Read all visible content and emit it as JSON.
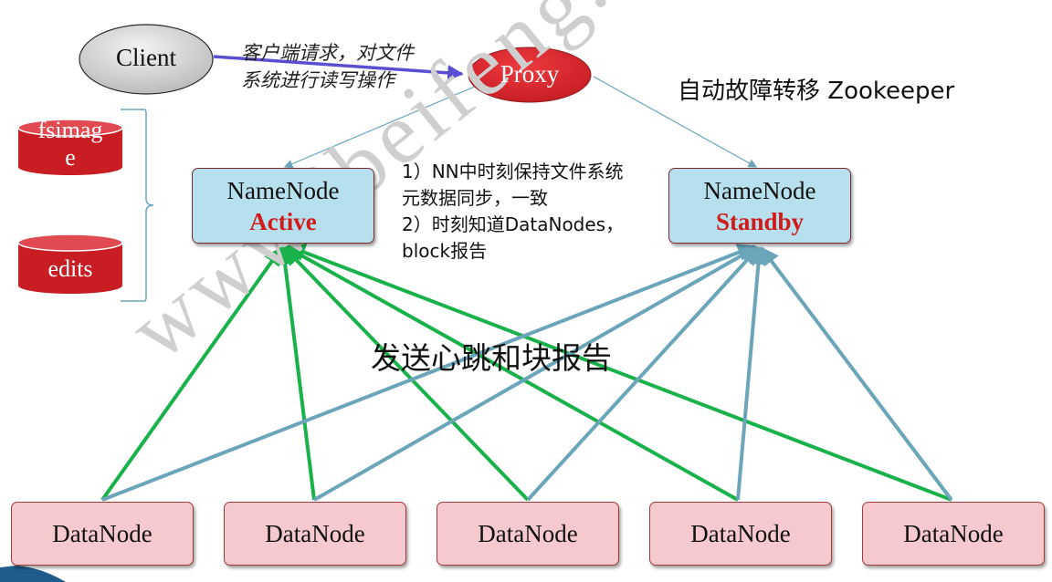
{
  "client": {
    "label": "Client"
  },
  "proxy": {
    "label": "Proxy"
  },
  "client_request_note": {
    "line1": "客户端请求，对文件",
    "line2": "系统进行读写操作"
  },
  "failover_note": "自动故障转移 Zookeeper",
  "namenode_active": {
    "title": "NameNode",
    "role": "Active"
  },
  "namenode_standby": {
    "title": "NameNode",
    "role": "Standby"
  },
  "sync_note": {
    "line1": "1）NN中时刻保持文件系统",
    "line2": "元数据同步，一致",
    "line3": "2）时刻知道DataNodes，",
    "line4": "block报告"
  },
  "storage": {
    "fsimage_line1": "fsimag",
    "fsimage_line2": "e",
    "edits": "edits"
  },
  "heartbeat_label": "发送心跳和块报告",
  "datanodes": [
    "DataNode",
    "DataNode",
    "DataNode",
    "DataNode",
    "DataNode"
  ],
  "watermark": "www.ibeifeng.com",
  "colors": {
    "namenode_fill": "#b7e0ee",
    "datanode_fill": "#f5c9ce",
    "red_node": "#d42a2f",
    "active_links": "#19b24a",
    "standby_links": "#6aa5ba",
    "client_link": "#5a4fd0",
    "role_text": "#d01b1b"
  }
}
